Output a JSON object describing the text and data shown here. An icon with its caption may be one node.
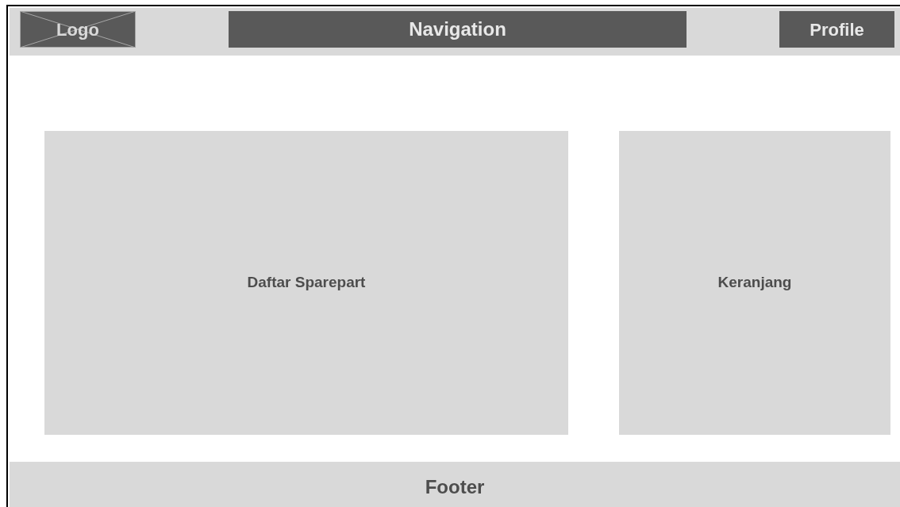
{
  "diagram": {
    "nodes": [
      {
        "text": [],
        "shape": "bar"
      },
      {
        "text": [
          "Logo"
        ],
        "in": 0
      },
      {
        "text": [
          "Navigation"
        ],
        "in": 0
      },
      {
        "text": [
          "Profile"
        ],
        "in": 0
      },
      {
        "text": [
          "Daftar Sparepart"
        ]
      },
      {
        "text": [
          "Keranjang"
        ]
      },
      {
        "text": [
          "Footer"
        ]
      }
    ]
  }
}
